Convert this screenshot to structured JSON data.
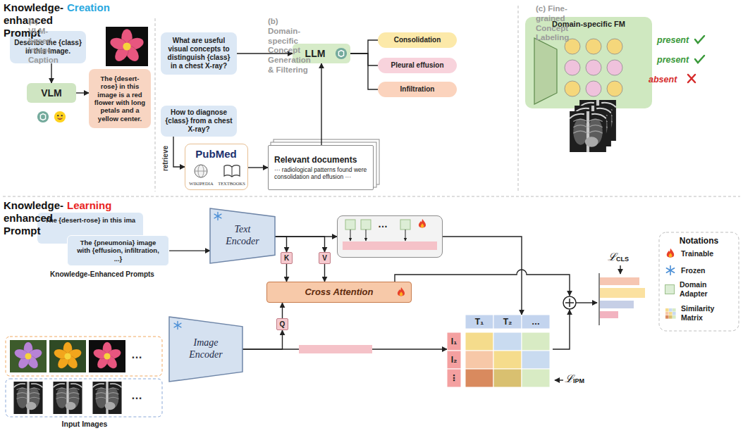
{
  "diagram": {
    "nodes": [
      {
        "text": [
          "Describe the {class} in this image."
        ]
      },
      {
        "text": [
          "VLM"
        ]
      },
      {
        "text": [
          "The {desert-rose} in this image is a red flower with long petals and a yellow center."
        ]
      },
      {
        "text": [
          "What are useful visual concepts to distinguish {class} in a chest X-ray?"
        ]
      },
      {
        "text": [
          "LLM"
        ]
      },
      {
        "text": [
          "Consolidation"
        ]
      },
      {
        "text": [
          "Pleural effusion"
        ]
      },
      {
        "text": [
          "Infiltration"
        ]
      },
      {
        "text": [
          "How to diagnose {class} from a chest X-ray?"
        ]
      },
      {
        "text": [
          "PubMed",
          "WIKIPEDIA",
          "TEXTBOOKS"
        ]
      },
      {
        "text": [
          "Relevant documents",
          "··· radiological patterns found were consolidation and effusion ···"
        ]
      },
      {
        "text": [
          "Domain-specific FM"
        ]
      },
      {
        "text": [
          "The {desert-rose} in this ima"
        ]
      },
      {
        "text": [
          "The {pneumonia} image with {effusion, infiltration, ...}"
        ]
      },
      {
        "text": [
          "Text Encoder"
        ]
      },
      {
        "text": [
          "…"
        ]
      },
      {
        "text": [
          "K"
        ]
      },
      {
        "text": [
          "V"
        ]
      },
      {
        "text": [
          "Cross Attention"
        ]
      },
      {
        "text": [
          "Image Encoder"
        ]
      },
      {
        "text": [
          "Q"
        ]
      },
      {
        "text": [
          "T₁",
          "T₂",
          "…",
          "I₁",
          "I₂",
          "⋮"
        ]
      }
    ],
    "edges": [
      {
        "from": 0,
        "to": 1,
        "arrow": "to"
      },
      {
        "from": 1,
        "to": 2,
        "arrow": "to"
      },
      {
        "from": 3,
        "to": 4,
        "arrow": "to"
      },
      {
        "from": 4,
        "to": 5,
        "arrow": "none"
      },
      {
        "from": 4,
        "to": 6,
        "arrow": "none"
      },
      {
        "from": 4,
        "to": 7,
        "arrow": "none"
      },
      {
        "from": 8,
        "to": 9,
        "label": "retrieve",
        "arrow": "to"
      },
      {
        "from": 9,
        "to": 10,
        "arrow": "to"
      },
      {
        "from": 10,
        "to": 4,
        "arrow": "to"
      },
      {
        "from": 13,
        "to": 14,
        "arrow": "to"
      },
      {
        "from": 14,
        "to": 15,
        "arrow": "to"
      },
      {
        "from": 14,
        "to": 16,
        "arrow": "to"
      },
      {
        "from": 14,
        "to": 17,
        "arrow": "to"
      },
      {
        "from": 16,
        "to": 18,
        "arrow": "to"
      },
      {
        "from": 17,
        "to": 18,
        "arrow": "to"
      },
      {
        "from": 19,
        "to": 20,
        "arrow": "to"
      },
      {
        "from": 20,
        "to": 18,
        "arrow": "to"
      },
      {
        "from": 19,
        "to": 21,
        "arrow": "to"
      },
      {
        "from": 15,
        "to": 21,
        "arrow": "to"
      }
    ],
    "labels": [
      "Knowledge-enhanced Prompt",
      "Creation",
      "(a) VLM-based Image Caption",
      "(b) Domain-specific Concept Generation & Filtering",
      "(c) Fine-grained Concept Labeling",
      "present",
      "present",
      "absent",
      "Knowledge-enhanced Prompt",
      "Learning",
      "Knowledge-Enhanced Prompts",
      "…",
      "…",
      "Input Images",
      "ℒ",
      "CLS",
      "ℒ",
      "IPM",
      "Notations"
    ],
    "legend": [
      {
        "text": "Trainable"
      },
      {
        "text": "Frozen"
      },
      {
        "text": "Domain Adapter",
        "color": "#dcedd5"
      },
      {
        "text": "Similarity Matrix"
      }
    ]
  }
}
